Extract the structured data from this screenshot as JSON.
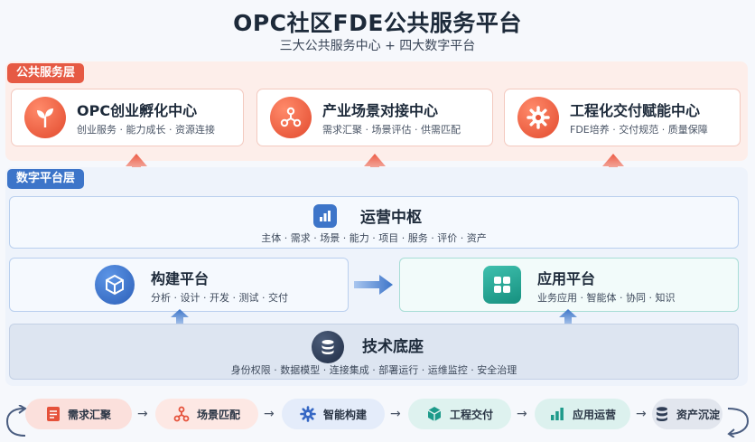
{
  "header": {
    "title": "OPC社区FDE公共服务平台",
    "subtitle": "三大公共服务中心 + 四大数字平台"
  },
  "public_layer": {
    "label": "公共服务层",
    "centers": [
      {
        "title": "OPC创业孵化中心",
        "desc": "创业服务 · 能力成长 · 资源连接",
        "icon": "sprout-icon"
      },
      {
        "title": "产业场景对接中心",
        "desc": "需求汇聚 · 场景评估 · 供需匹配",
        "icon": "network-nodes-icon"
      },
      {
        "title": "工程化交付赋能中心",
        "desc": "FDE培养 · 交付规范 · 质量保障",
        "icon": "gear-icon"
      }
    ]
  },
  "digital_layer": {
    "label": "数字平台层",
    "hub": {
      "title": "运营中枢",
      "desc": "主体 · 需求 · 场景 · 能力 · 项目 · 服务 · 评价 · 资产",
      "icon": "bar-chart-icon"
    },
    "build": {
      "title": "构建平台",
      "desc": "分析 · 设计 · 开发 · 测试 · 交付",
      "icon": "cube-icon"
    },
    "app": {
      "title": "应用平台",
      "desc": "业务应用 · 智能体 · 协同 · 知识",
      "icon": "grid-apps-icon"
    },
    "tech": {
      "title": "技术底座",
      "desc": "身份权限 · 数据模型 · 连接集成 · 部署运行 · 运维监控 · 安全治理",
      "icon": "database-icon"
    }
  },
  "flow": {
    "steps": [
      {
        "label": "需求汇聚",
        "icon": "document-icon",
        "bg": "#fbe0dc",
        "fg": "#e5513a"
      },
      {
        "label": "场景匹配",
        "icon": "network-nodes-icon",
        "bg": "#fde8e4",
        "fg": "#e5513a"
      },
      {
        "label": "智能构建",
        "icon": "gear-icon",
        "bg": "#e4ecfa",
        "fg": "#3567c4"
      },
      {
        "label": "工程交付",
        "icon": "cube-icon",
        "bg": "#def2ef",
        "fg": "#1d9a8a"
      },
      {
        "label": "应用运营",
        "icon": "bar-chart-icon",
        "bg": "#dcf1ee",
        "fg": "#1d9a8a"
      },
      {
        "label": "资产沉淀",
        "icon": "database-icon",
        "bg": "#e2e6ee",
        "fg": "#2f3d55"
      }
    ],
    "separator": "→"
  },
  "colors": {
    "public_accent": "#e65a44",
    "digital_accent": "#3d75c9",
    "teal_accent": "#1d9a8a",
    "navy_accent": "#2f3d55"
  }
}
